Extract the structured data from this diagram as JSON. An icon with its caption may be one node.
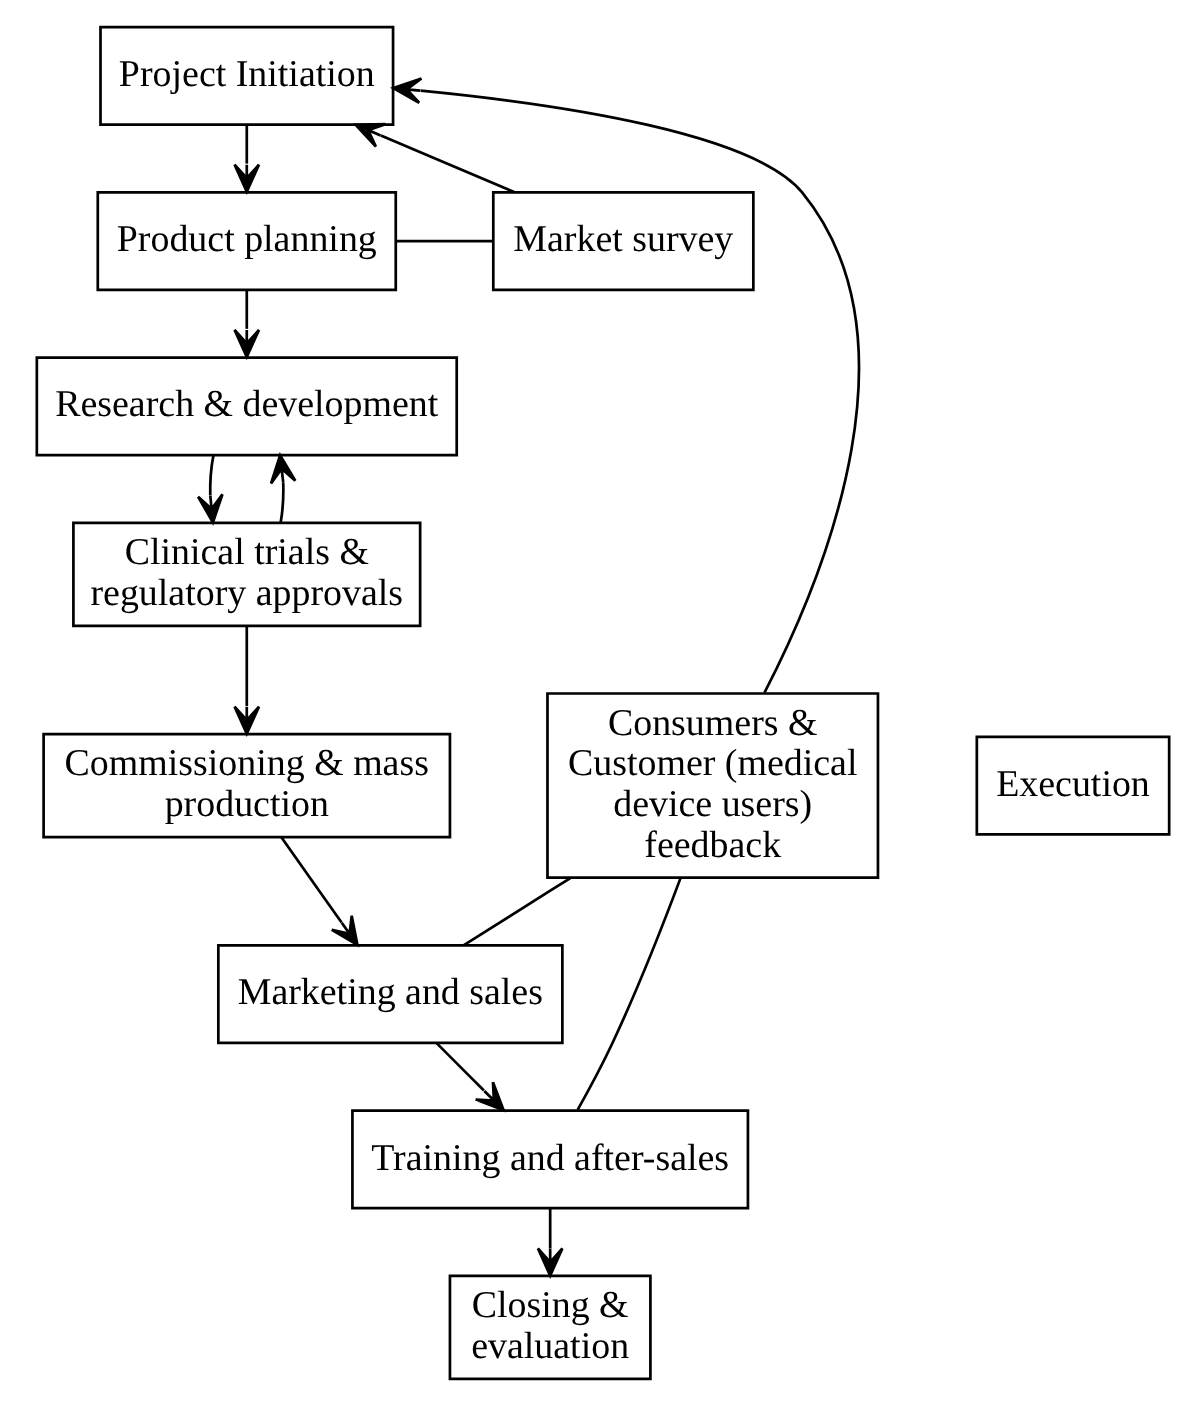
{
  "diagram": {
    "nodes": [
      {
        "text": [
          "Project Initiation"
        ]
      },
      {
        "text": [
          "Market survey"
        ]
      },
      {
        "text": [
          "Product planning"
        ]
      },
      {
        "text": [
          "Research & development"
        ]
      },
      {
        "text": [
          "Clinical trials & regulatory approvals"
        ]
      },
      {
        "text": [
          "Commissioning & mass production"
        ]
      },
      {
        "text": [
          "Marketing and sales"
        ]
      },
      {
        "text": [
          "Training and after-sales"
        ]
      },
      {
        "text": [
          "Closing & evaluation"
        ]
      },
      {
        "text": [
          "Consumers & Customer (medical device users) feedback"
        ]
      },
      {
        "text": [
          "Execution"
        ]
      }
    ],
    "edges": [
      {
        "from": 0,
        "to": 2,
        "arrow": "to"
      },
      {
        "from": 1,
        "to": 0,
        "arrow": "to"
      },
      {
        "from": 2,
        "to": 1,
        "arrow": "none"
      },
      {
        "from": 2,
        "to": 3,
        "arrow": "to"
      },
      {
        "from": 3,
        "to": 4,
        "arrow": "to"
      },
      {
        "from": 4,
        "to": 3,
        "arrow": "to"
      },
      {
        "from": 4,
        "to": 5,
        "arrow": "to"
      },
      {
        "from": 5,
        "to": 6,
        "arrow": "to"
      },
      {
        "from": 6,
        "to": 7,
        "arrow": "to"
      },
      {
        "from": 7,
        "to": 8,
        "arrow": "to"
      },
      {
        "from": 6,
        "to": 9,
        "arrow": "none"
      },
      {
        "from": 7,
        "to": 9,
        "arrow": "none"
      },
      {
        "from": 9,
        "to": 0,
        "arrow": "to"
      }
    ]
  }
}
